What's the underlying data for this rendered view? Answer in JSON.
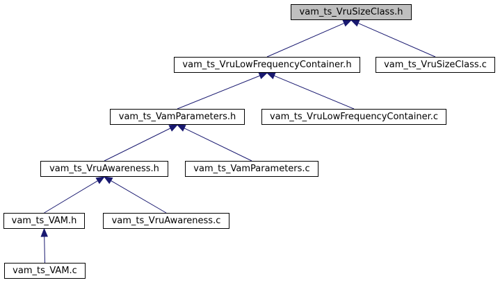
{
  "graph": {
    "colors": {
      "edge": "#191970",
      "node_border": "#000000",
      "node_fill": "#ffffff",
      "root_fill": "#bfbfbf"
    },
    "nodes": {
      "vru_size_class_h": "vam_ts_VruSizeClass.h",
      "vru_low_frequency_container_h": "vam_ts_VruLowFrequencyContainer.h",
      "vru_size_class_c": "vam_ts_VruSizeClass.c",
      "vam_parameters_h": "vam_ts_VamParameters.h",
      "vru_low_frequency_container_c": "vam_ts_VruLowFrequencyContainer.c",
      "vru_awareness_h": "vam_ts_VruAwareness.h",
      "vam_parameters_c": "vam_ts_VamParameters.c",
      "vam_h": "vam_ts_VAM.h",
      "vru_awareness_c": "vam_ts_VruAwareness.c",
      "vam_c": "vam_ts_VAM.c"
    },
    "edges": [
      {
        "from": "vru_low_frequency_container_h",
        "to": "vru_size_class_h"
      },
      {
        "from": "vru_size_class_c",
        "to": "vru_size_class_h"
      },
      {
        "from": "vam_parameters_h",
        "to": "vru_low_frequency_container_h"
      },
      {
        "from": "vru_low_frequency_container_c",
        "to": "vru_low_frequency_container_h"
      },
      {
        "from": "vru_awareness_h",
        "to": "vam_parameters_h"
      },
      {
        "from": "vam_parameters_c",
        "to": "vam_parameters_h"
      },
      {
        "from": "vam_h",
        "to": "vru_awareness_h"
      },
      {
        "from": "vru_awareness_c",
        "to": "vru_awareness_h"
      },
      {
        "from": "vam_c",
        "to": "vam_h"
      }
    ]
  }
}
